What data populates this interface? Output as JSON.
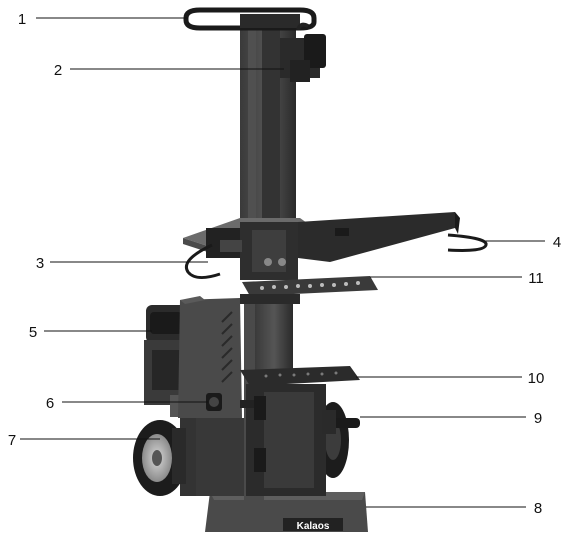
{
  "callouts": [
    {
      "label": "1"
    },
    {
      "label": "2"
    },
    {
      "label": "3"
    },
    {
      "label": "4"
    },
    {
      "label": "5"
    },
    {
      "label": "6"
    },
    {
      "label": "7"
    },
    {
      "label": "8"
    },
    {
      "label": "9"
    },
    {
      "label": "10"
    },
    {
      "label": "11"
    }
  ],
  "brand": {
    "logo_text": "Kalaos"
  },
  "colors": {
    "metal_dark": "#2b2b2b",
    "metal_mid": "#474747",
    "metal_light": "#6b6b6b",
    "tire": "#1c1c1c"
  }
}
